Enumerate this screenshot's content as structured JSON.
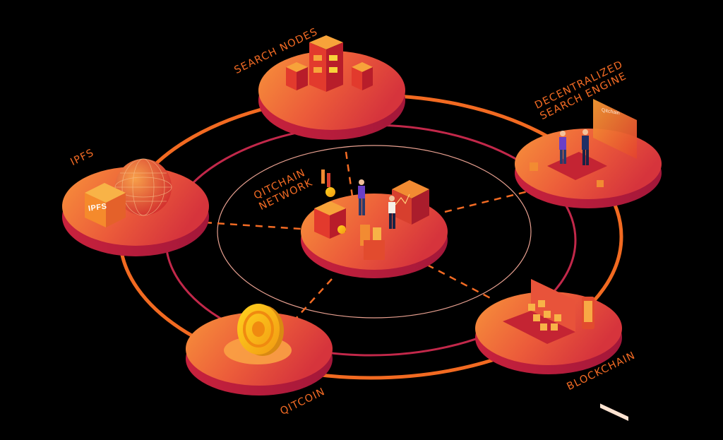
{
  "nodes": {
    "search_nodes": {
      "label": "SEARCH NODES"
    },
    "decentralized": {
      "line1": "DECENTRALIZED",
      "line2": "SEARCH ENGINE",
      "screen_brand": "Qitchain"
    },
    "ipfs": {
      "label": "IPFS",
      "cube_text": "IPFS"
    },
    "network": {
      "line1": "QITCHAIN",
      "line2": "NETWORK"
    },
    "qitcoin": {
      "label": "QITCOIN"
    },
    "blockchain": {
      "label": "BLOCKCHAIN"
    }
  },
  "colors": {
    "background": "#000000",
    "accent": "#f36b24",
    "disc_top_light": "#f7933a",
    "disc_top_dark": "#d6343c",
    "disc_side": "#b81d3a",
    "ring_outer": "#f26a21",
    "ring_inner": "#c2284a"
  },
  "icons": [
    "globe-icon",
    "cube-icon",
    "server-blocks-icon",
    "coin-icon",
    "laptop-icon",
    "phone-icon",
    "person-icon",
    "screen-icon"
  ]
}
